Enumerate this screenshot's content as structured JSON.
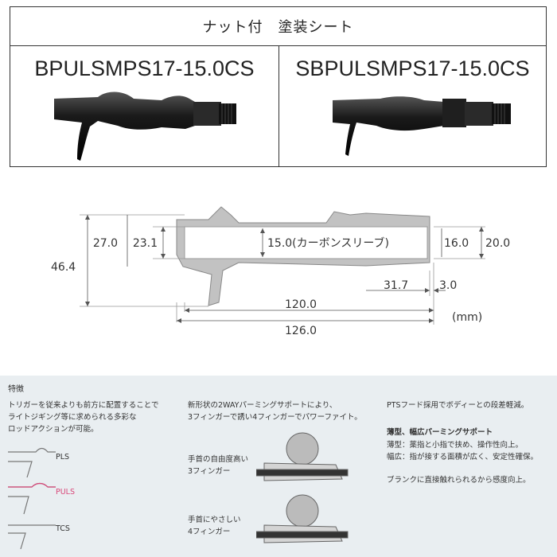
{
  "header": {
    "title": "ナット付　塗装シート"
  },
  "models": [
    {
      "name": "BPULSMPS17-15.0CS"
    },
    {
      "name": "SBPULSMPS17-15.0CS"
    }
  ],
  "drawing": {
    "dims": {
      "d27": "27.0",
      "d23": "23.1",
      "d46": "46.4",
      "sleeve": "15.0(カーボンスリーブ)",
      "d16": "16.0",
      "d20": "20.0",
      "d31": "31.7",
      "d3": "3.0",
      "d120": "120.0",
      "d126": "126.0",
      "unit": "(mm)"
    }
  },
  "features": {
    "title": "特徴",
    "col1": {
      "text": "トリガーを従来よりも前方に配置することで\nライトジギング等に求められる多彩な\nロッドアクションが可能。",
      "labels": {
        "pls": "PLS",
        "puls": "PULS",
        "tcs": "TCS"
      }
    },
    "col2": {
      "text": "新形状の2WAYパーミングサポートにより、\n3フィンガーで誘い4フィンガーでパワーファイト。",
      "cap1": "手首の自由度高い\n3フィンガー",
      "cap2": "手首にやさしい\n4フィンガー"
    },
    "col3": {
      "line1": "PTSフード採用でボディーとの段差軽減。",
      "heading": "薄型、幅広パーミングサポート",
      "body": "薄型：薬指と小指で挟め、操作性向上。\n幅広：指が接する面積が広く、安定性確保。",
      "line2": "ブランクに直接触れられるから感度向上。"
    }
  },
  "colors": {
    "accent_pink": "#d9487a",
    "panel_bg": "#e9eef1",
    "drawing_gray": "#bbbbbb"
  }
}
